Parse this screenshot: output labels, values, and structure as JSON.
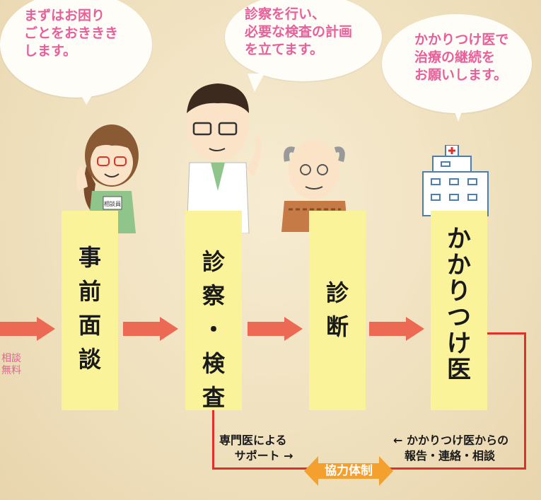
{
  "bubbles": {
    "b1": "まずはお困り\nごとをおききき\nします。",
    "b2": "診察を行い、\n必要な検査の計画\nを立てます。",
    "b3": "かかりつけ医で\n治療の継続を\nお願いします。"
  },
  "columns": {
    "c1": "事\n前\n面\n談",
    "c2": "診\n察\n・\n検\n査",
    "c3": "診\n断",
    "c4": "か\nか\nり\nつ\nけ\n医"
  },
  "side_note": "相談\n無料",
  "badge": "相談員",
  "notes": {
    "left": "専門医による\n　 サポート →",
    "right": "← かかりつけ医からの\n　報告・連絡・相談"
  },
  "cooperation_label": "協力体制",
  "colors": {
    "pink": "#e8609a",
    "arrow": "#ec6a53",
    "line": "#e0302a",
    "column": "#fbf39a",
    "orange": "#f3a02f"
  }
}
